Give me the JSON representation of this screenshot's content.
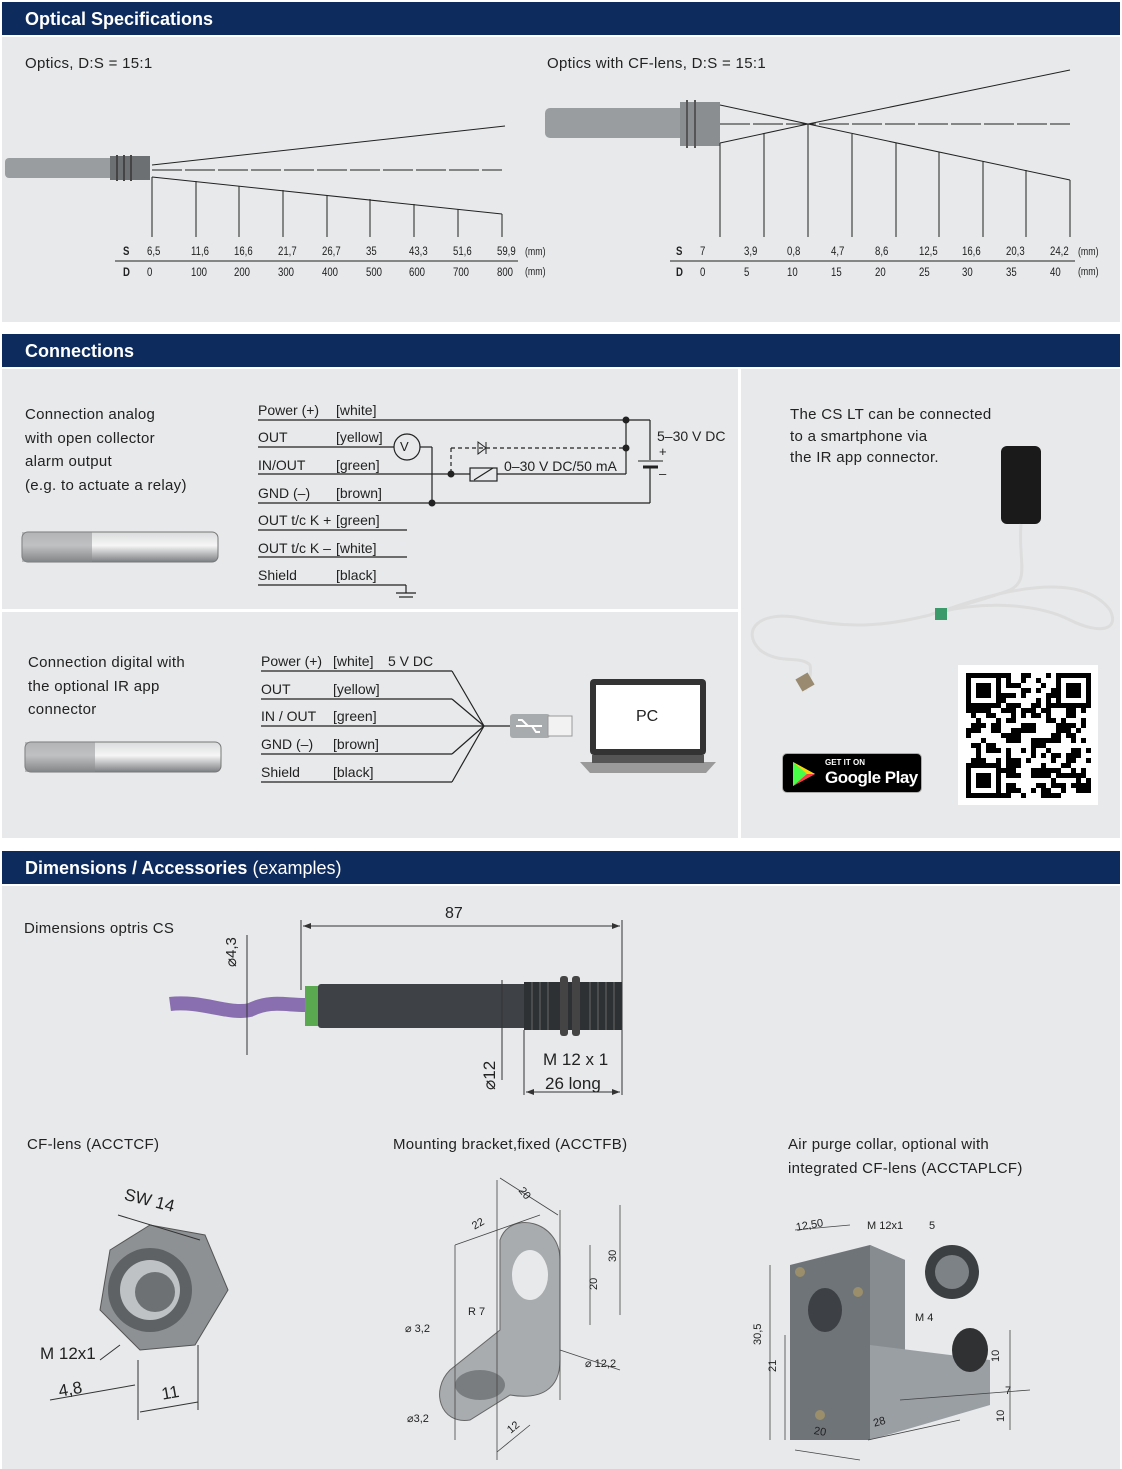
{
  "sections": {
    "optical": "Optical Specifications",
    "connections": "Connections",
    "dimensions_bold": "Dimensions / Accessories",
    "dimensions_light": "(examples)"
  },
  "optics": [
    {
      "title": "Optics, D:S = 15:1",
      "s_label": "S",
      "d_label": "D",
      "unit": "(mm)",
      "S": [
        "6,5",
        "11,6",
        "16,6",
        "21,7",
        "26,7",
        "35",
        "43,3",
        "51,6",
        "59,9"
      ],
      "D": [
        "0",
        "100",
        "200",
        "300",
        "400",
        "500",
        "600",
        "700",
        "800"
      ]
    },
    {
      "title": "Optics with CF-lens, D:S = 15:1",
      "s_label": "S",
      "d_label": "D",
      "unit": "(mm)",
      "S": [
        "7",
        "3,9",
        "0,8",
        "4,7",
        "8,6",
        "12,5",
        "16,6",
        "20,3",
        "24,2"
      ],
      "D": [
        "0",
        "5",
        "10",
        "15",
        "20",
        "25",
        "30",
        "35",
        "40"
      ]
    }
  ],
  "analog": {
    "description": "Connection analog\nwith open collector\nalarm output\n(e.g. to actuate a relay)",
    "wires": [
      {
        "name": "Power (+)",
        "color": "[white]"
      },
      {
        "name": "OUT",
        "color": "[yellow]"
      },
      {
        "name": "IN/OUT",
        "color": "[green]"
      },
      {
        "name": "GND (–)",
        "color": "[brown]"
      },
      {
        "name": "OUT t/c K +",
        "color": "[green]"
      },
      {
        "name": "OUT t/c K –",
        "color": "[white]"
      },
      {
        "name": "Shield",
        "color": "[black]"
      }
    ],
    "voltmeter": "V",
    "supply": "5–30 V DC",
    "plus": "+",
    "minus": "–",
    "relay": "0–30 V DC/50 mA"
  },
  "digital": {
    "description": "Connection digital with\nthe optional IR app\nconnector",
    "wires": [
      {
        "name": "Power (+)",
        "color": "[white]"
      },
      {
        "name": "OUT",
        "color": "[yellow]"
      },
      {
        "name": "IN / OUT",
        "color": "[green]"
      },
      {
        "name": "GND (–)",
        "color": "[brown]"
      },
      {
        "name": "Shield",
        "color": "[black]"
      }
    ],
    "voltage": "5 V DC",
    "pc": "PC"
  },
  "smartphone": {
    "text": "The CS LT can be connected\nto a smartphone via\nthe IR app connector.",
    "badge_small": "GET IT ON",
    "badge_big": "Google Play"
  },
  "dimensions": {
    "title": "Dimensions optris CS",
    "length": "87",
    "cable_dia": "⌀4,3",
    "body_dia": "⌀12",
    "thread": "M 12 x 1",
    "thread_len": "26 long"
  },
  "accessories": [
    {
      "caption": "CF-lens (ACCTCF)",
      "labels": [
        "SW 14",
        "M 12x1",
        "4,8",
        "11"
      ]
    },
    {
      "caption": "Mounting bracket,fixed (ACCTFB)",
      "labels": [
        "20",
        "22",
        "30",
        "20",
        "R 7",
        "⌀ 3,2",
        "⌀ 12,2",
        "⌀3,2",
        "12"
      ]
    },
    {
      "caption": "Air purge collar, optional with\nintegrated CF-lens (ACCTAPLCF)",
      "labels": [
        "12,50",
        "M 12x1",
        "5",
        "M 4",
        "30,5",
        "21",
        "10",
        "7",
        "10",
        "20",
        "28"
      ]
    }
  ],
  "colors": {
    "header": "#0d2b5c",
    "panel": "#e7e9eb"
  }
}
